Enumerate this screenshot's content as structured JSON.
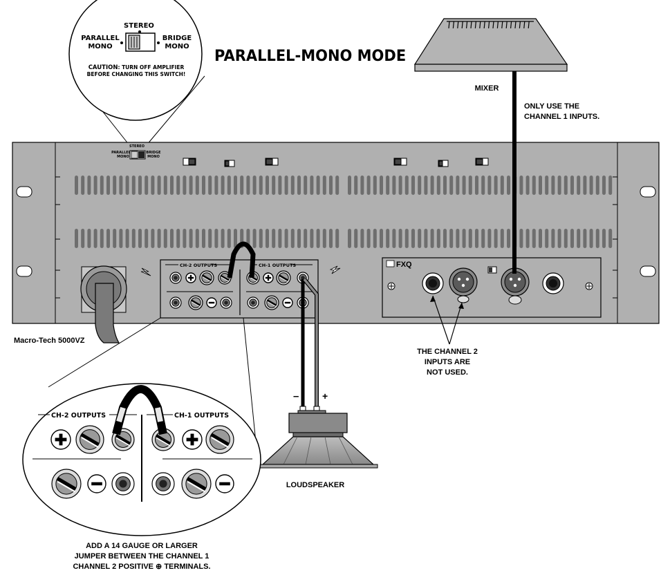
{
  "title": "PARALLEL-MONO MODE",
  "switch_callout": {
    "stereo": "STEREO",
    "parallel_1": "PARALLEL",
    "parallel_2": "MONO",
    "bridge_1": "BRIDGE",
    "bridge_2": "MONO",
    "caution_word": "CAUTION",
    "caution_1": ": TURN OFF AMPLIFIER",
    "caution_2": "BEFORE CHANGING THIS SWITCH!"
  },
  "mini_switch": {
    "stereo": "STEREO",
    "parallel": "PARALLEL",
    "mono_left": "MONO",
    "bridge": "BRIDGE",
    "mono_right": "MONO"
  },
  "mixer": {
    "label": "MIXER",
    "note_1": "ONLY USE THE",
    "note_2": "CHANNEL 1 INPUTS."
  },
  "amplifier": {
    "model": "Macro-Tech 5000VZ",
    "ch2_outputs": "CH-2 OUTPUTS",
    "ch1_outputs": "CH-1 OUTPUTS",
    "module": "FXQ"
  },
  "ch2_note": {
    "line_1": "THE CHANNEL 2",
    "line_2": "INPUTS ARE",
    "line_3": "NOT USED."
  },
  "speaker": {
    "label": "LOUDSPEAKER",
    "minus": "–",
    "plus": "+"
  },
  "detail": {
    "ch2_outputs": "CH-2 OUTPUTS",
    "ch1_outputs": "CH-1 OUTPUTS"
  },
  "jumper_note": {
    "line_1": "ADD A 14 GAUGE OR LARGER",
    "line_2": "JUMPER BETWEEN THE CHANNEL 1",
    "line_3": "CHANNEL 2 POSITIVE ⊕ TERMINALS."
  },
  "colors": {
    "panel": "#b0b0b0",
    "vent": "#6e6e6e",
    "ink": "#000000",
    "mixer": "#b4b4b4",
    "speaker": "#9a9a9a",
    "red_wire": "#8a8a8a"
  }
}
